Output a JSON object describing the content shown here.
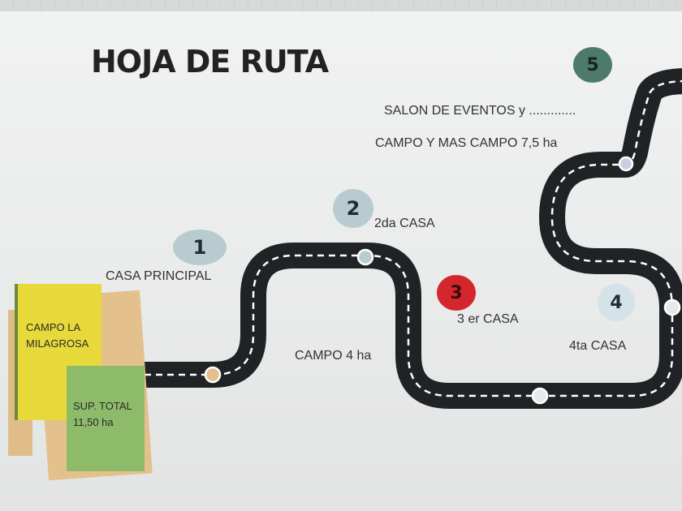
{
  "title": "HOJA DE RUTA",
  "stops": [
    {
      "number": "1",
      "label": "CASA PRINCIPAL",
      "color": "#b8cccf"
    },
    {
      "number": "2",
      "label": "2da CASA",
      "color": "#b8cccf"
    },
    {
      "number": "3",
      "label": "3 er  CASA",
      "color": "#d3262d"
    },
    {
      "number": "4",
      "label": "4ta CASA",
      "color": "#d4e3e8"
    },
    {
      "number": "5",
      "label_line1": "SALON DE EVENTOS y .............",
      "label_line2": "CAMPO Y MAS CAMPO 7,5 ha",
      "color": "#4e7a6e"
    }
  ],
  "field_label": "CAMPO 4 ha",
  "cards": {
    "yellow": {
      "line1": "CAMPO LA",
      "line2": "MILAGROSA",
      "color": "#e8d93a"
    },
    "green": {
      "line1": "SUP. TOTAL",
      "line2": "11,50 ha",
      "color": "#8dbb6a"
    },
    "beige_color": "#e3c08c"
  },
  "road_color": "#1f2326"
}
